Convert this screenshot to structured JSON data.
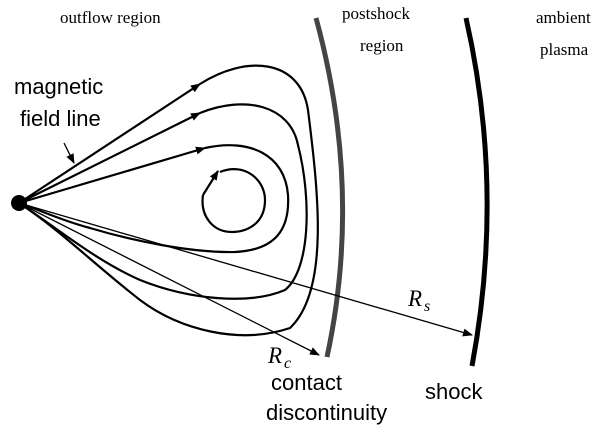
{
  "regions": {
    "outflow": "outflow region",
    "postshock_line1": "postshock",
    "postshock_line2": "region",
    "ambient_line1": "ambient",
    "ambient_line2": "plasma"
  },
  "labels": {
    "field_line_1": "magnetic",
    "field_line_2": "field line",
    "contact_1": "contact",
    "contact_2": "discontinuity",
    "shock": "shock",
    "rc_symbol": "R",
    "rc_sub": "c",
    "rs_symbol": "R",
    "rs_sub": "s"
  },
  "colors": {
    "contact_line": "#444444",
    "shock_line": "#000000",
    "field_lines": "#000000"
  }
}
